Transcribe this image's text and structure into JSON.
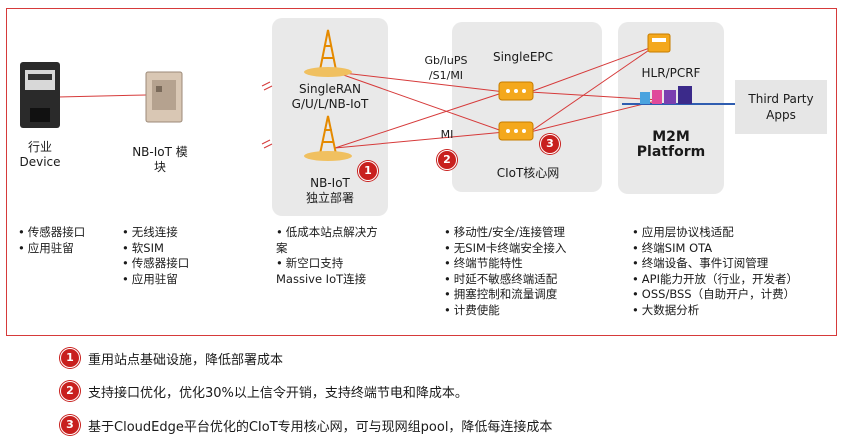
{
  "device": {
    "label1": "行业",
    "label2": "Device"
  },
  "module": {
    "label1": "NB-IoT 模",
    "label2": "块"
  },
  "singleran": {
    "label1": "SingleRAN",
    "label2": "G/U/L/NB-IoT"
  },
  "nbiot": {
    "label1": "NB-IoT",
    "label2": "独立部署"
  },
  "links": {
    "gb": "Gb/IuPS",
    "s1": "/S1/MI",
    "mi": "MI"
  },
  "epc": {
    "single": "SingleEPC",
    "ciot": "CIoT核心网"
  },
  "m2m": {
    "hlr": "HLR/PCRF",
    "platform": "M2M Platform"
  },
  "thirdparty": {
    "label": "Third Party Apps"
  },
  "markers": [
    "1",
    "2",
    "3"
  ],
  "lists": {
    "device": [
      "传感器接口",
      "应用驻留"
    ],
    "module": [
      "无线连接",
      "软SIM",
      "传感器接口",
      "应用驻留"
    ],
    "ran": [
      "低成本站点解决方案",
      "新空口支持Massive IoT连接"
    ],
    "epc": [
      "移动性/安全/连接管理",
      "无SIM卡终端安全接入",
      "终端节能特性",
      "时延不敏感终端适配",
      "拥塞控制和流量调度",
      "计费使能"
    ],
    "m2m": [
      "应用层协议栈适配",
      "终端SIM OTA",
      "终端设备、事件订阅管理",
      "API能力开放（行业，开发者）",
      "OSS/BSS（自助开户，计费）",
      "大数据分析"
    ]
  },
  "notes": [
    {
      "num": "1",
      "text": "重用站点基础设施，降低部署成本"
    },
    {
      "num": "2",
      "text": "支持接口优化，优化30%以上信令开销，支持终端节电和降成本。"
    },
    {
      "num": "3",
      "text": "基于CloudEdge平台优化的CIoT专用核心网，可与现网组pool，降低每连接成本"
    }
  ]
}
